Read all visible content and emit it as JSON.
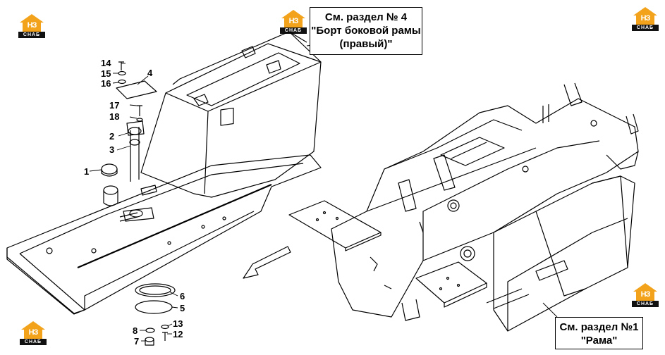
{
  "references": {
    "frame_side": {
      "lines": [
        "См. раздел № 4",
        "\"Борт боковой рамы",
        "(правый)\""
      ]
    },
    "frame": {
      "lines": [
        "См. раздел №1",
        "\"Рама\""
      ]
    }
  },
  "callouts": [
    "14",
    "15",
    "16",
    "4",
    "17",
    "18",
    "2",
    "3",
    "1",
    "6",
    "5",
    "13",
    "8",
    "12",
    "7"
  ],
  "logo": {
    "mark": "НЗ",
    "caption": "СНАБ",
    "color_primary": "#f2a31b",
    "color_caption_bg": "#111111"
  },
  "colors": {
    "line": "#000000",
    "background": "#ffffff"
  }
}
